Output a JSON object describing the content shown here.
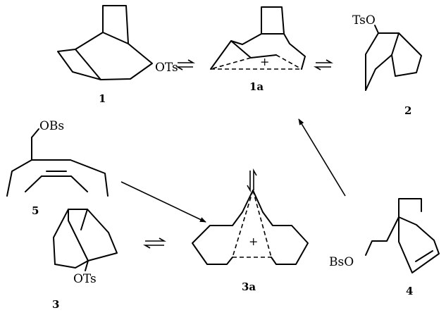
{
  "compounds": {
    "c1": {
      "number": "1",
      "group": "OTs"
    },
    "c1a": {
      "number": "1a",
      "charge": "+"
    },
    "c2": {
      "number": "2",
      "group": "TsO"
    },
    "c5": {
      "number": "5",
      "group": "OBs"
    },
    "c3": {
      "number": "3",
      "group": "OTs"
    },
    "c3a": {
      "number": "3a",
      "charge": "+"
    },
    "c4": {
      "number": "4",
      "group": "BsO"
    }
  }
}
